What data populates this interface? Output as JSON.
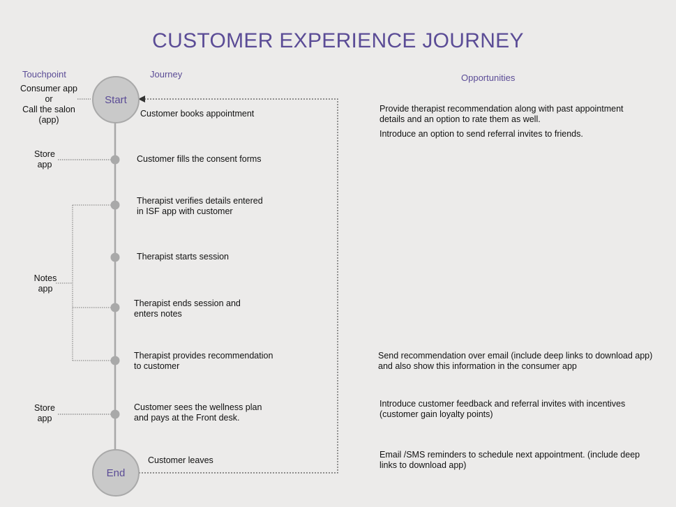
{
  "title": "CUSTOMER EXPERIENCE JOURNEY",
  "columns": {
    "touchpoint": "Touchpoint",
    "journey": "Journey",
    "opportunities": "Opportunities"
  },
  "start_label": "Start",
  "end_label": "End",
  "touchpoints": [
    "Consumer app\nor\nCall the salon\n(app)",
    "Store\napp",
    "Notes\napp",
    "Store\napp"
  ],
  "journey": [
    "Customer books appointment",
    "Customer fills the consent forms",
    "Therapist verifies details entered\nin ISF app with customer",
    "Therapist starts session",
    "Therapist ends session and\nenters notes",
    "Therapist provides recommendation\nto customer",
    "Customer sees the wellness plan\nand pays at the Front desk.",
    "Customer leaves"
  ],
  "opportunities": [
    "Provide therapist recommendation along with past appointment\ndetails and an option to rate them as well.",
    "Introduce an option to send referral invites to friends.",
    "Send recommendation over email (include deep links to download app)\nand also show this information in the consumer app",
    "Introduce customer feedback and referral invites with incentives\n(customer gain loyalty points)",
    "Email /SMS reminders to schedule next appointment. (include deep\nlinks to download app)"
  ]
}
